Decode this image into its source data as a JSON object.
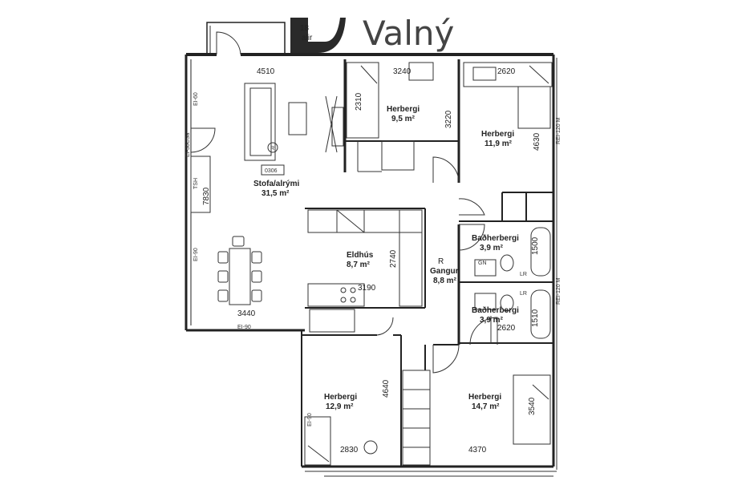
{
  "brand": {
    "name": "Valný"
  },
  "balcony": {
    "label_num": "18",
    "label_word": "alir"
  },
  "fixture_code": "0306",
  "rooms": {
    "living": {
      "name": "Stofa/alrými",
      "area": "31,5 m²"
    },
    "kitchen": {
      "name": "Eldhús",
      "area": "8,7 m²"
    },
    "hall": {
      "name": "Gangur",
      "area": "8,8 m²"
    },
    "bed1": {
      "name": "Herbergi",
      "area": "9,5 m²"
    },
    "bed2": {
      "name": "Herbergi",
      "area": "11,9 m²"
    },
    "bed3": {
      "name": "Herbergi",
      "area": "12,9 m²"
    },
    "bed4": {
      "name": "Herbergi",
      "area": "14,7 m²"
    },
    "bath1": {
      "name": "Baðherbergi",
      "area": "3,9 m²"
    },
    "bath2": {
      "name": "Baðherbergi",
      "area": "3,9 m²"
    }
  },
  "dimensions": {
    "living_width": "4510",
    "living_height": "7830",
    "living_bottom": "3440",
    "bed1_width": "3240",
    "bed1_height_a": "2310",
    "bed1_height_b": "3220",
    "bed2_width": "2620",
    "bed2_height": "4630",
    "kitchen_width": "3190",
    "kitchen_height": "2740",
    "bath1_height": "1500",
    "bath2_height": "1510",
    "bath2_width": "2620",
    "bed3_height": "4640",
    "bed3_width": "2830",
    "bed4_width": "4370",
    "bed4_height": "3540"
  },
  "tags": {
    "ei60": "EI-60",
    "ei30": "EI-30CSa",
    "ei90_a": "EI-90",
    "ei90_b": "EI-90",
    "ei90_c": "EI-90",
    "rei_a": "REI-120 M",
    "rei_b": "REI-120 M",
    "tsh": "TSH",
    "gn": "GN",
    "lr_a": "LR",
    "lr_b": "LR"
  },
  "symbols": {
    "recycle": "R"
  }
}
